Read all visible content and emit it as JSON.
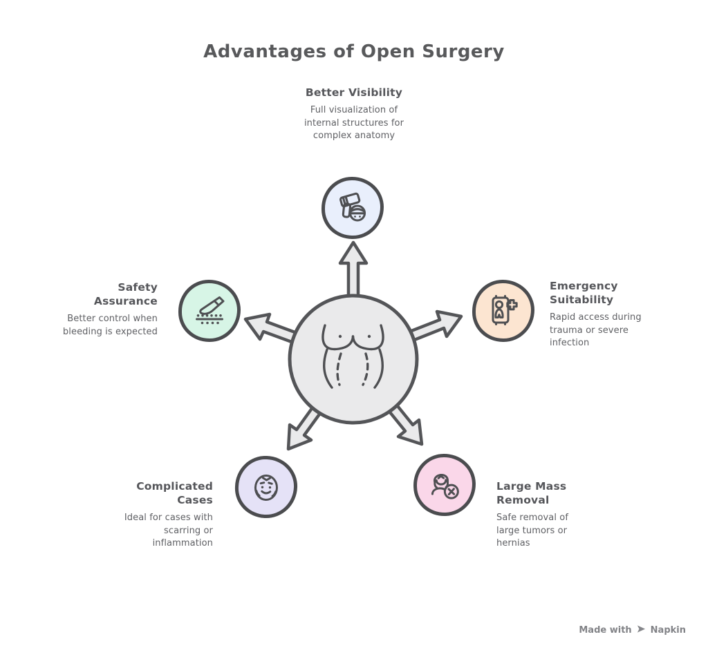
{
  "title": "Advantages of Open Surgery",
  "nodes": {
    "top": {
      "title": "Better Visibility",
      "desc": "Full visualization of internal structures for complex anatomy",
      "icon": "scope-icon",
      "color": "#e9effc"
    },
    "left": {
      "title": "Safety Assurance",
      "desc": "Better control when bleeding is expected",
      "icon": "scalpel-icon",
      "color": "#d7f5e6"
    },
    "right": {
      "title": "Emergency Suitability",
      "desc": "Rapid access during trauma or severe infection",
      "icon": "patient-door-cross-icon",
      "color": "#fce5d1"
    },
    "bottom_left": {
      "title": "Complicated Cases",
      "desc": "Ideal for cases with scarring or inflammation",
      "icon": "scarred-face-icon",
      "color": "#e5e2f7"
    },
    "bottom_right": {
      "title": "Large Mass Removal",
      "desc": "Safe removal of large tumors or hernias",
      "icon": "person-x-icon",
      "color": "#fad7e9"
    }
  },
  "center": {
    "illustration": "abdomen-torso-with-incision-lines",
    "arrow_count": 5,
    "fill": "#eaeaeb",
    "stroke": "#545558"
  },
  "footer": {
    "made_with": "Made with",
    "brand": "Napkin"
  },
  "colors": {
    "outline": "#4b4c4f",
    "title_text": "#58595b",
    "heading_text": "#55565a",
    "body_text": "#5e5f63",
    "footer_text": "#828387"
  }
}
